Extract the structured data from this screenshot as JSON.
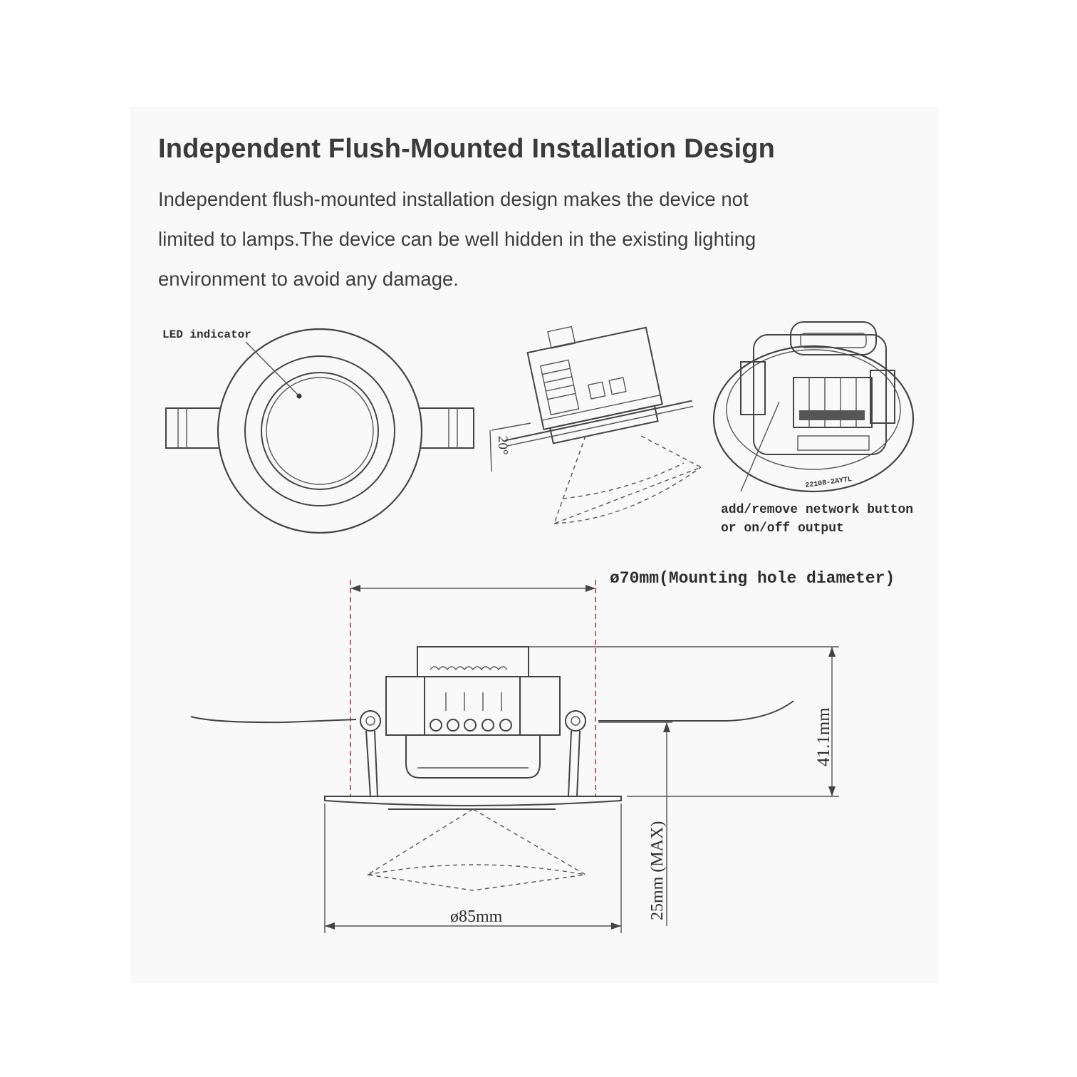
{
  "heading": "Independent Flush-Mounted Installation Design",
  "description": {
    "line1": "Independent flush-mounted installation design makes the device not",
    "line2": "limited to lamps.The device can be well hidden in the existing lighting",
    "line3": "environment to avoid any damage."
  },
  "labels": {
    "led_indicator": "LED indicator",
    "angle": "20°",
    "model_code": "22108-2AYTL",
    "button_line1": "add/remove network button",
    "button_line2": "or on/off output",
    "mounting_hole": "ø70mm(Mounting hole diameter)",
    "height": "41.1mm",
    "depth": "25mm (MAX)",
    "flange_diameter": "ø85mm"
  }
}
